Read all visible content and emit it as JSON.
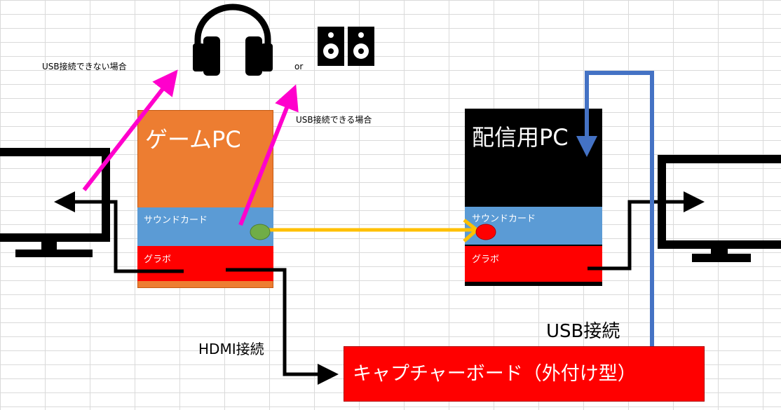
{
  "labels": {
    "usb_unavailable": "USB接続できない場合",
    "usb_available": "USB接続できる場合",
    "or": "or",
    "hdmi": "HDMI接続",
    "usb": "USB接続"
  },
  "game_pc": {
    "title": "ゲームPC",
    "sound_card": "サウンドカード",
    "gpu": "グラボ"
  },
  "stream_pc": {
    "title": "配信用PC",
    "sound_card": "サウンドカード",
    "gpu": "グラボ"
  },
  "capture_board": {
    "label": "キャプチャーボード（外付け型）"
  },
  "icons": [
    "headphones-icon",
    "speakers-icon",
    "monitor-icon"
  ],
  "colors": {
    "game_pc": "#ed7d31",
    "sound_card": "#5b9bd5",
    "gpu": "#ff0000",
    "stream_pc": "#000000",
    "audio_line": "#ffc000",
    "usb_line": "#4472c4",
    "pink_arrow": "#ff00cc"
  }
}
